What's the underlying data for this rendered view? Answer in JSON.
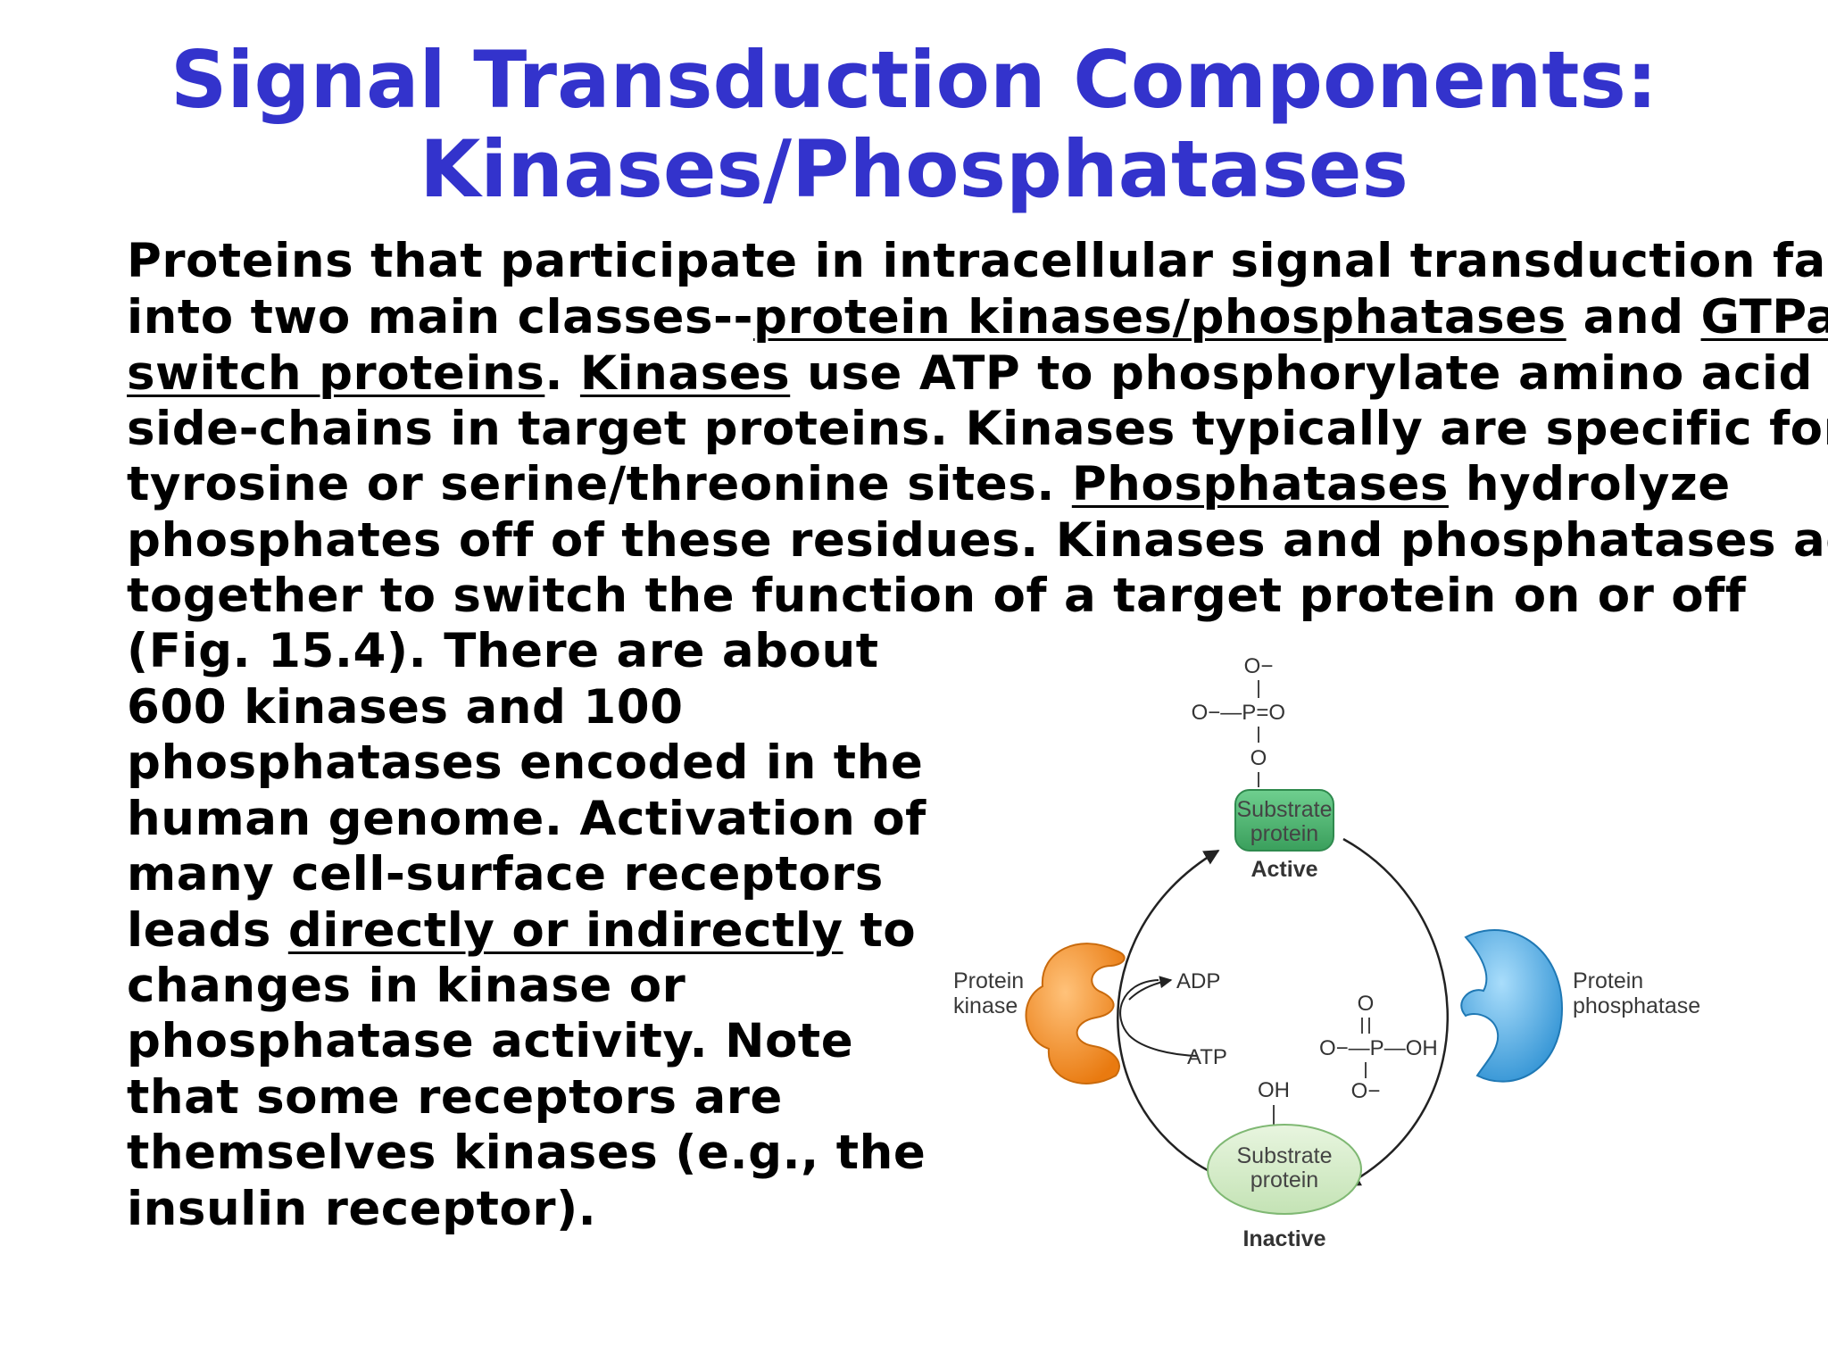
{
  "title": {
    "line1": "Signal Transduction Components:",
    "line2": "Kinases/Phosphatases"
  },
  "body": {
    "l1": "Proteins that participate in intracellular signal transduction fall",
    "l2a": "into two main classes--",
    "l2b": "protein kinases/phosphatases",
    "l2c": " and ",
    "l2d": "GTPase",
    "l3a": "switch proteins",
    "l3b": ". ",
    "l3c": "Kinases",
    "l3d": " use ATP to phosphorylate amino acid",
    "l4": "side-chains in target proteins. Kinases typically are specific for",
    "l5a": "tyrosine or serine/threonine sites. ",
    "l5b": "Phosphatases",
    "l5c": " hydrolyze",
    "l6": "phosphates off of these residues. Kinases and phosphatases act",
    "l7": "together to switch the function of a target protein on or off",
    "l8": "(Fig. 15.4). There are about",
    "l9": "600 kinases and 100",
    "l10": "phosphatases encoded in the",
    "l11": "human genome. Activation of",
    "l12": "many cell-surface receptors",
    "l13a": "leads ",
    "l13b": "directly or indirectly",
    "l13c": " to",
    "l14": "changes in kinase or",
    "l15": "phosphatase activity. Note",
    "l16": "that some receptors are",
    "l17": "themselves kinases (e.g., the",
    "l18": "insulin receptor)."
  },
  "figure": {
    "phos_top_o_minus": "O−",
    "phos_left": "O−—P=O",
    "phos_bottom_o": "O",
    "active_box_line1": "Substrate",
    "active_box_line2": "protein",
    "active_label": "Active",
    "inactive_box_line1": "Substrate",
    "inactive_box_line2": "protein",
    "inactive_label": "Inactive",
    "kinase_line1": "Protein",
    "kinase_line2": "kinase",
    "phosphatase_line1": "Protein",
    "phosphatase_line2": "phosphatase",
    "adp": "ADP",
    "atp": "ATP",
    "oh": "OH",
    "pi_top_o": "O",
    "pi_mid": "O−—P—OH",
    "pi_bottom": "O−",
    "colors": {
      "active_fill": "#4db870",
      "inactive_fill": "#d4ecc9",
      "kinase": "#f28c28",
      "phosphatase": "#3fa3e0"
    }
  }
}
